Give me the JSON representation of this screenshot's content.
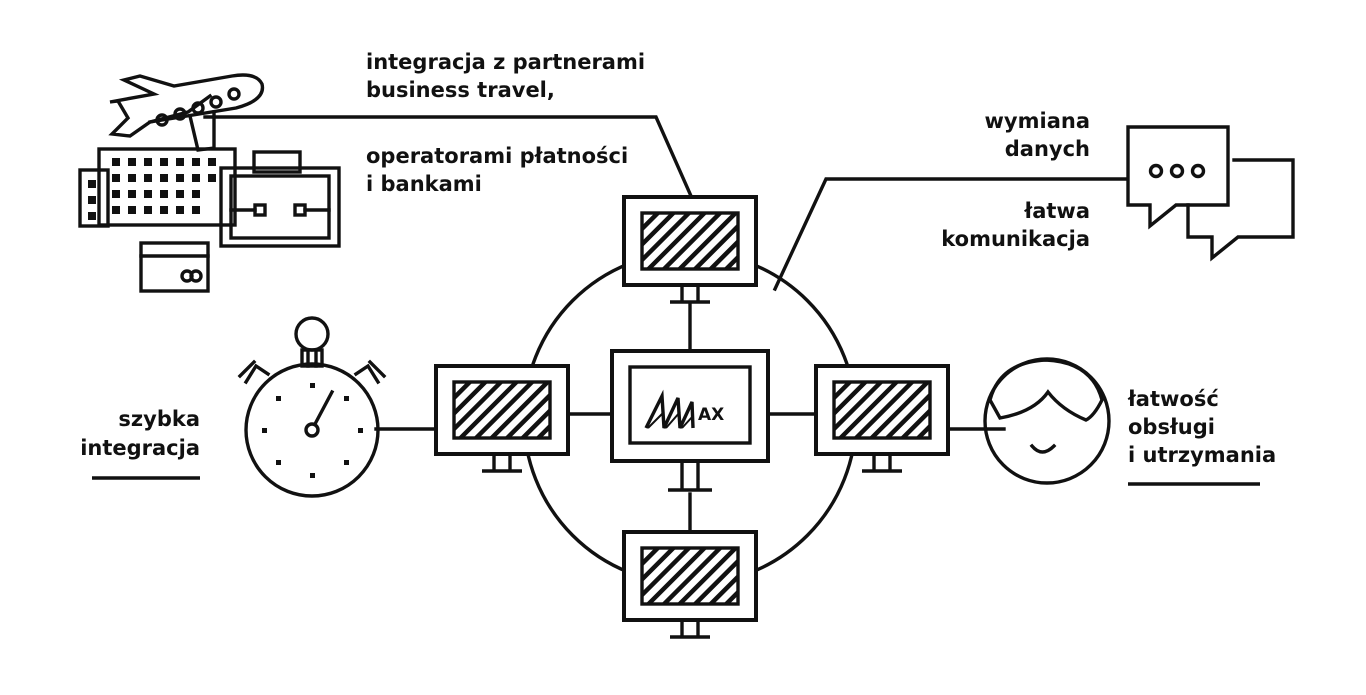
{
  "labels": {
    "partners_line1": "integracja z partnerami",
    "partners_line2": "business travel,",
    "operators_line1": "operatorami płatności",
    "operators_line2": "i bankami",
    "exchange_line1": "wymiana",
    "exchange_line2": "danych",
    "comm_line1": "łatwa",
    "comm_line2": "komunikacja",
    "quick_line1": "szybka",
    "quick_line2": "integracja",
    "ease_line1": "łatwość",
    "ease_line2": "obsługi",
    "ease_line3": "i utrzymania"
  },
  "logo": {
    "text": "AX"
  },
  "colors": {
    "ink": "#111111",
    "background": "#ffffff"
  },
  "icons": [
    "airplane-icon",
    "office-building-icon",
    "briefcase-icon",
    "credit-card-icon",
    "chat-bubbles-icon",
    "stopwatch-icon",
    "person-face-icon",
    "monitor-icon",
    "max-logo-icon"
  ]
}
